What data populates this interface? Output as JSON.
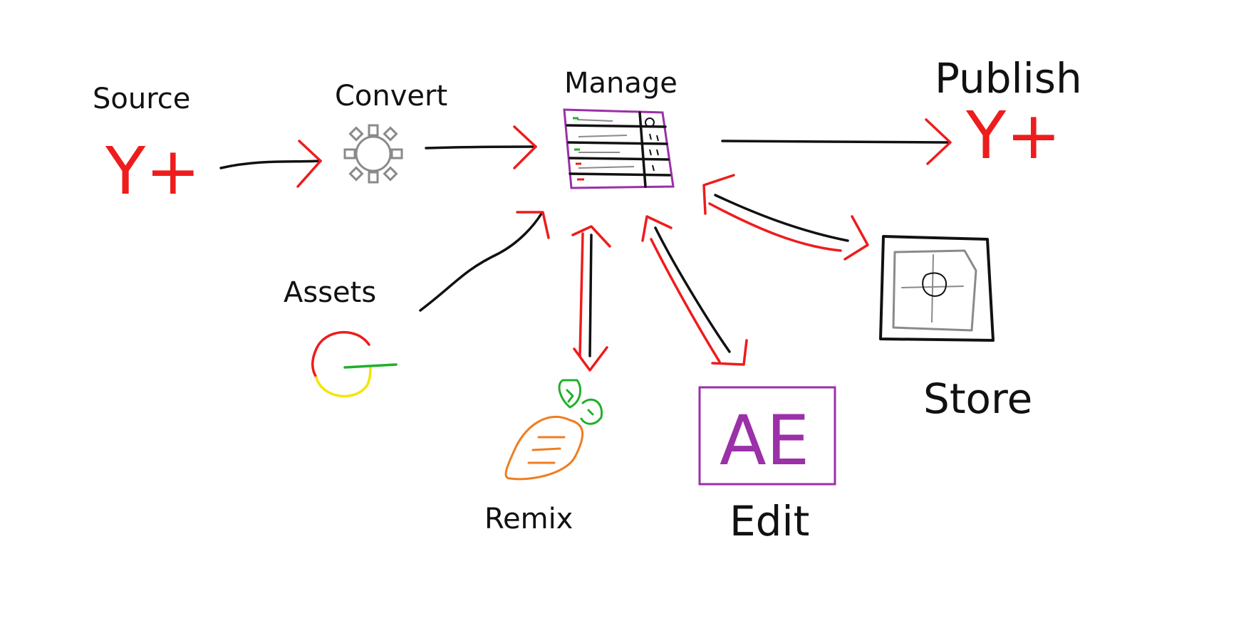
{
  "nodes": {
    "source": {
      "label": "Source",
      "logo": "Y+"
    },
    "convert": {
      "label": "Convert"
    },
    "manage": {
      "label": "Manage"
    },
    "publish": {
      "label": "Publish",
      "logo": "Y+"
    },
    "assets": {
      "label": "Assets"
    },
    "remix": {
      "label": "Remix"
    },
    "edit": {
      "label": "Edit",
      "logo": "AE"
    },
    "store": {
      "label": "Store"
    }
  },
  "colors": {
    "ink": "#111111",
    "arrow_red": "#ee1c1c",
    "gear_gray": "#8a8a8a",
    "manage_purple": "#9b30a8",
    "carrot_orange": "#f07d20",
    "leaf_green": "#1fb02a",
    "g_yellow": "#f2e600",
    "g_green": "#1fb02a"
  },
  "icons": {
    "convert": "gear-icon",
    "manage": "spreadsheet-icon",
    "assets": "g-logo-icon",
    "remix": "carrot-icon",
    "store": "hard-drive-icon"
  }
}
